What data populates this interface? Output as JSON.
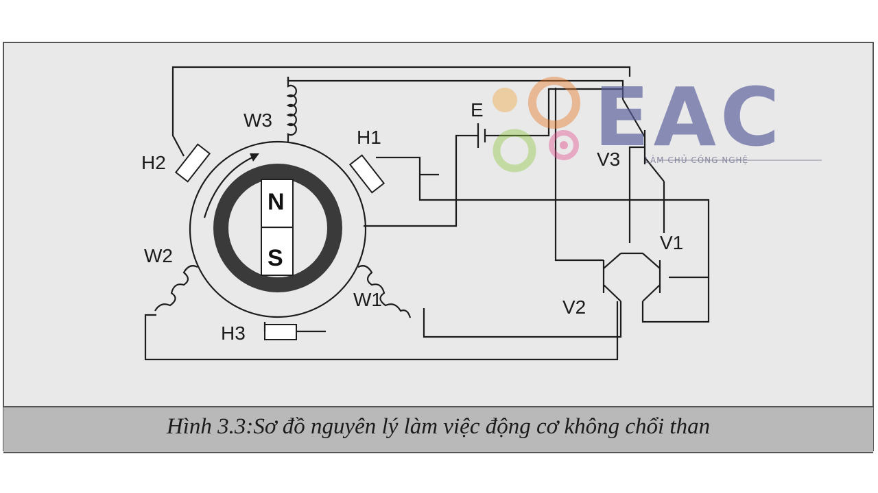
{
  "diagram": {
    "labels": {
      "w3": "W3",
      "w2": "W2",
      "w1": "W1",
      "h1": "H1",
      "h2": "H2",
      "h3": "H3",
      "e": "E",
      "v1": "V1",
      "v2": "V2",
      "v3": "V3",
      "north": "N",
      "south": "S"
    }
  },
  "caption": "Hình 3.3:Sơ đồ nguyên lý làm việc động cơ không chổi than",
  "watermark": {
    "text": "EAC",
    "tagline": "LÀM CHỦ CÔNG NGHỆ",
    "colors": [
      "#f0a23a",
      "#e87a2a",
      "#8cc63f",
      "#e24a8a",
      "#5a5f9c"
    ]
  }
}
